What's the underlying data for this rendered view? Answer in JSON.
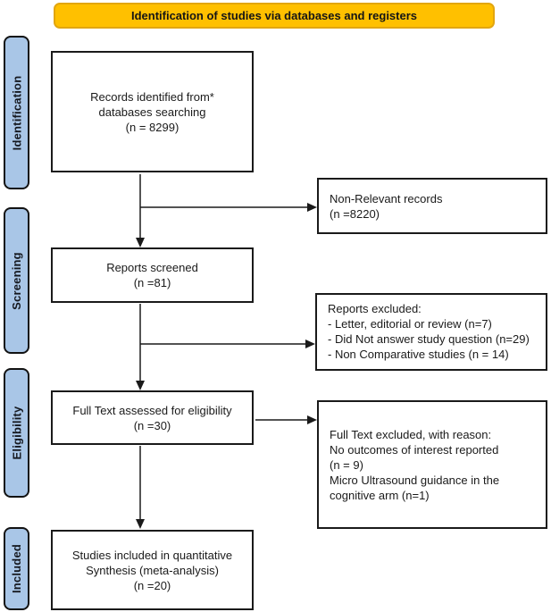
{
  "header": {
    "title": "Identification of studies via databases and registers"
  },
  "colors": {
    "header_bg": "#FFC000",
    "header_border": "#E2A610",
    "sidebar_fill": "#A9C6E7",
    "line": "#1a1a1a"
  },
  "sidebar": {
    "items": [
      {
        "label": "Identification"
      },
      {
        "label": "Screening"
      },
      {
        "label": "Eligibility"
      },
      {
        "label": "Included"
      }
    ]
  },
  "boxes": {
    "records_identified": "Records identified from*\ndatabases searching\n(n = 8299)",
    "reports_screened": "Reports screened\n(n =81)",
    "full_text_assessed": "Full Text assessed for eligibility\n(n =30)",
    "studies_included": "Studies included in quantitative\nSynthesis  (meta-analysis)\n(n =20)",
    "non_relevant": "Non-Relevant records\n(n =8220)",
    "reports_excluded": "Reports excluded:\n- Letter, editorial or review (n=7)\n- Did Not answer study question (n=29)\n- Non Comparative studies (n = 14)",
    "full_text_excluded": "Full Text excluded, with reason:\nNo outcomes of interest reported\n(n = 9)\nMicro Ultrasound guidance in the\ncognitive arm (n=1)"
  }
}
